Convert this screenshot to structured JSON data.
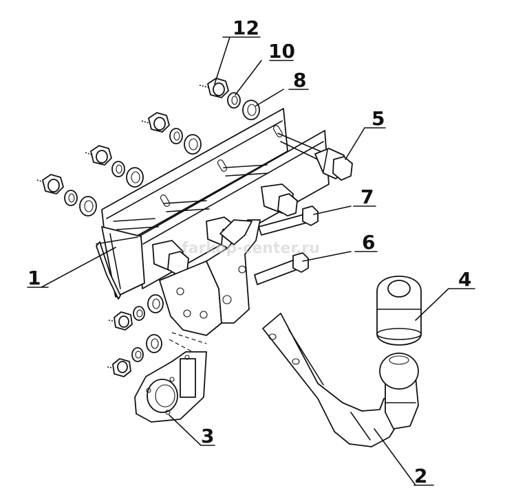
{
  "watermark": "farkop-center.ru",
  "callouts": [
    {
      "id": "c1",
      "label": "1"
    },
    {
      "id": "c2",
      "label": "2"
    },
    {
      "id": "c3",
      "label": "3"
    },
    {
      "id": "c4",
      "label": "4"
    },
    {
      "id": "c5",
      "label": "5"
    },
    {
      "id": "c6",
      "label": "6"
    },
    {
      "id": "c7",
      "label": "7"
    },
    {
      "id": "c8",
      "label": "8"
    },
    {
      "id": "c10",
      "label": "10"
    },
    {
      "id": "c12",
      "label": "12"
    }
  ]
}
